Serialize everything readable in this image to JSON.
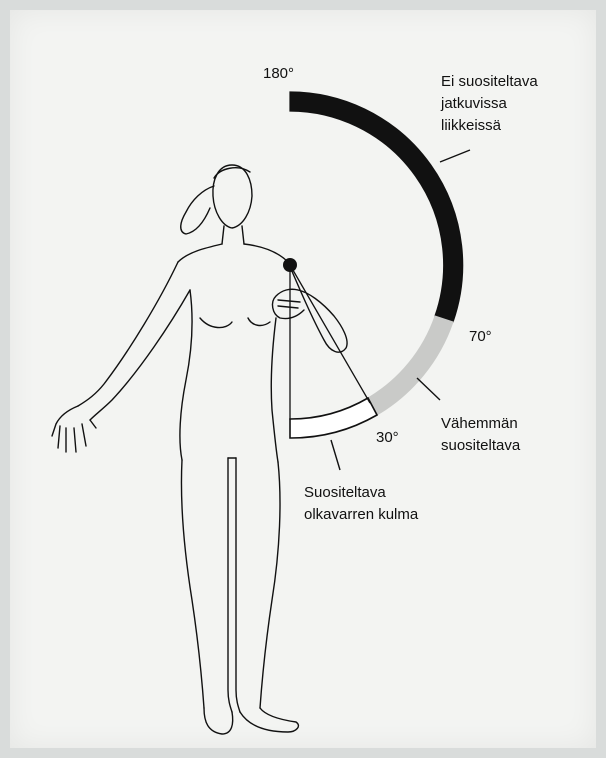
{
  "angle_labels": {
    "a180": "180°",
    "a70": "70°",
    "a30": "30°"
  },
  "zones": [
    {
      "lines": [
        "Ei suositeltava",
        "jatkuvissa",
        "liikkeissä"
      ],
      "color": "#111111"
    },
    {
      "lines": [
        "Vähemmän",
        "suositeltava"
      ],
      "color": "#c9cac8"
    },
    {
      "lines": [
        "Suositeltava",
        "olkavarren kulma"
      ],
      "color": "#ffffff"
    }
  ]
}
